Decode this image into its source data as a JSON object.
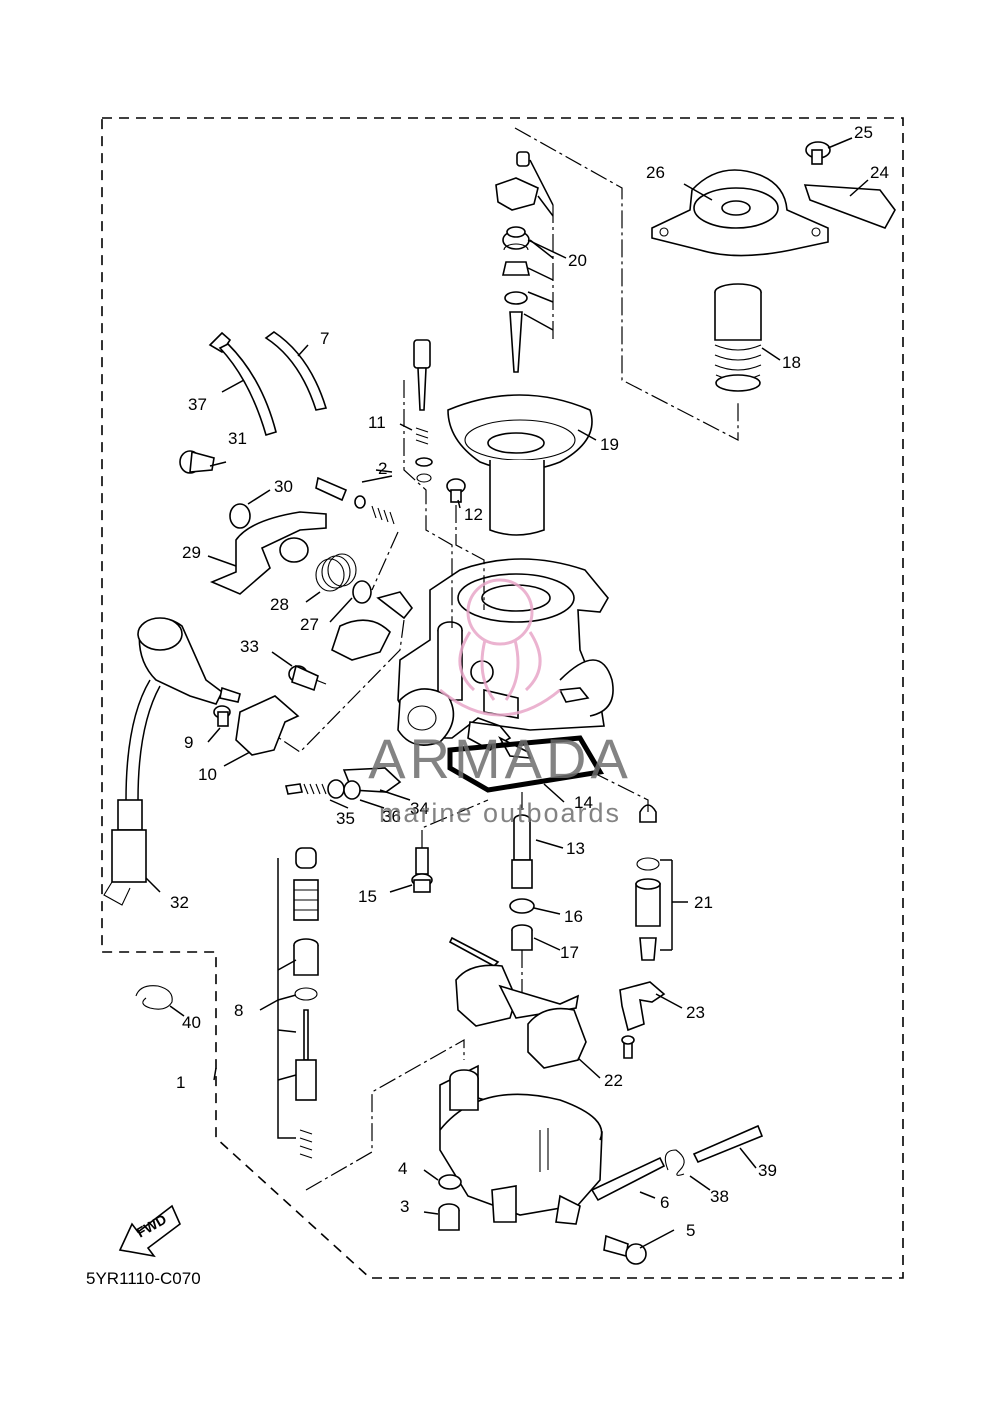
{
  "diagram_code": "5YR1110-C070",
  "fwd_label": "FWD",
  "watermark": {
    "brand": "ARMADA",
    "tagline": "marine outboards",
    "color": "#e8a6c8"
  },
  "callouts": [
    "1",
    "2",
    "3",
    "4",
    "5",
    "6",
    "7",
    "8",
    "9",
    "10",
    "11",
    "12",
    "13",
    "14",
    "15",
    "16",
    "17",
    "18",
    "19",
    "20",
    "21",
    "22",
    "23",
    "24",
    "25",
    "26",
    "27",
    "28",
    "29",
    "30",
    "31",
    "32",
    "33",
    "34",
    "35",
    "36",
    "37",
    "38",
    "39",
    "40"
  ]
}
